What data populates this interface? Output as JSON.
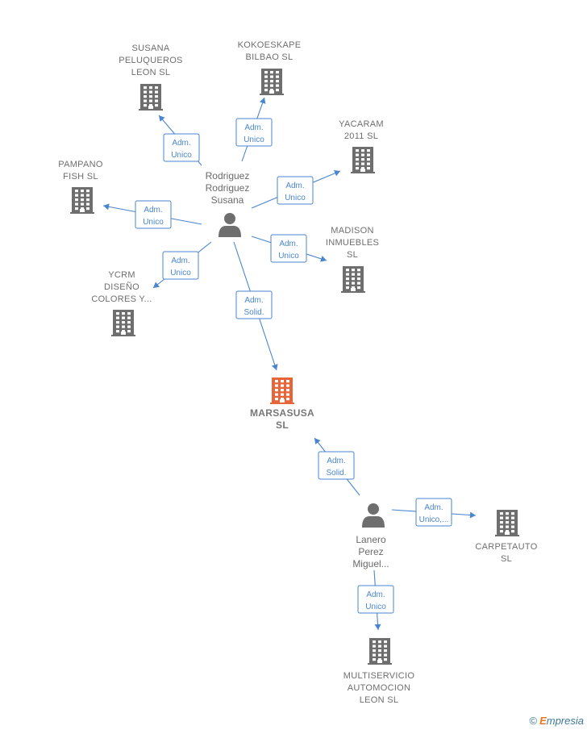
{
  "colors": {
    "company": "#6e6e6e",
    "main_company": "#e8653a",
    "person": "#6e6e6e",
    "edge": "#4a86cf"
  },
  "companies": [
    {
      "id": "marsasusa",
      "lines": [
        "MARSASUSA",
        "SL"
      ],
      "main": true
    },
    {
      "id": "susana",
      "lines": [
        "SUSANA",
        "PELUQUEROS",
        "LEON  SL"
      ]
    },
    {
      "id": "kokoeskape",
      "lines": [
        "KOKOESKAPE",
        "BILBAO  SL"
      ]
    },
    {
      "id": "yacaram",
      "lines": [
        "YACARAM",
        "2011 SL"
      ]
    },
    {
      "id": "pampano",
      "lines": [
        "PAMPANO",
        "FISH  SL"
      ]
    },
    {
      "id": "madison",
      "lines": [
        "MADISON",
        "INMUEBLES",
        "SL"
      ]
    },
    {
      "id": "ycrm",
      "lines": [
        "YCRM",
        "DISEÑO",
        "COLORES Y..."
      ]
    },
    {
      "id": "carpetauto",
      "lines": [
        "CARPETAUTO",
        "SL"
      ]
    },
    {
      "id": "multiservicio",
      "lines": [
        "MULTISERVICIO",
        "AUTOMOCION",
        "LEON SL"
      ]
    }
  ],
  "persons": [
    {
      "id": "rodriguez",
      "lines": [
        "Rodriguez",
        "Rodriguez",
        "Susana"
      ]
    },
    {
      "id": "lanero",
      "lines": [
        "Lanero",
        "Perez",
        "Miguel..."
      ]
    }
  ],
  "edges": [
    {
      "from": "rodriguez",
      "to": "susana",
      "label": [
        "Adm.",
        "Unico"
      ]
    },
    {
      "from": "rodriguez",
      "to": "kokoeskape",
      "label": [
        "Adm.",
        "Unico"
      ]
    },
    {
      "from": "rodriguez",
      "to": "yacaram",
      "label": [
        "Adm.",
        "Unico"
      ]
    },
    {
      "from": "rodriguez",
      "to": "pampano",
      "label": [
        "Adm.",
        "Unico"
      ]
    },
    {
      "from": "rodriguez",
      "to": "madison",
      "label": [
        "Adm.",
        "Unico"
      ]
    },
    {
      "from": "rodriguez",
      "to": "ycrm",
      "label": [
        "Adm.",
        "Unico"
      ]
    },
    {
      "from": "rodriguez",
      "to": "marsasusa",
      "label": [
        "Adm.",
        "Solid."
      ]
    },
    {
      "from": "lanero",
      "to": "marsasusa",
      "label": [
        "Adm.",
        "Solid."
      ]
    },
    {
      "from": "lanero",
      "to": "carpetauto",
      "label": [
        "Adm.",
        "Unico,..."
      ]
    },
    {
      "from": "lanero",
      "to": "multiservicio",
      "label": [
        "Adm.",
        "Unico"
      ]
    }
  ],
  "brand": {
    "copyright": "©",
    "name_initial": "E",
    "name_rest": "mpresia"
  }
}
